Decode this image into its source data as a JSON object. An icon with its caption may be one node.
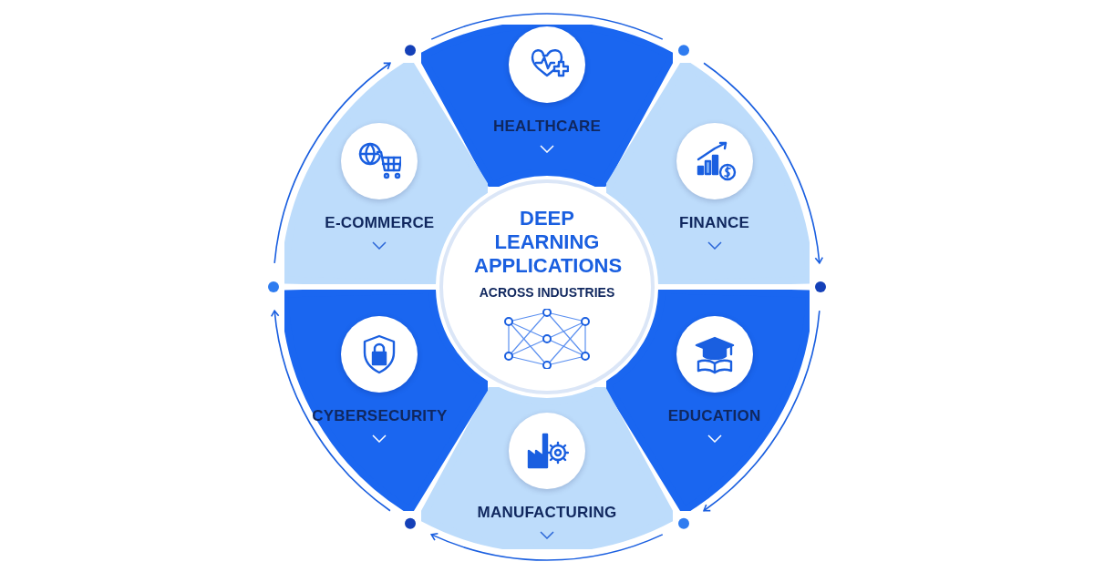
{
  "diagram": {
    "nodes": [
      {
        "text": [
          "DEEP LEARNING APPLICATIONS",
          "ACROSS INDUSTRIES"
        ]
      },
      {
        "text": [
          "HEALTHCARE"
        ]
      },
      {
        "text": [
          "FINANCE"
        ]
      },
      {
        "text": [
          "EDUCATION"
        ]
      },
      {
        "text": [
          "MANUFACTURING"
        ]
      },
      {
        "text": [
          "CYBERSECURITY"
        ]
      },
      {
        "text": [
          "E-COMMERCE"
        ]
      }
    ]
  }
}
